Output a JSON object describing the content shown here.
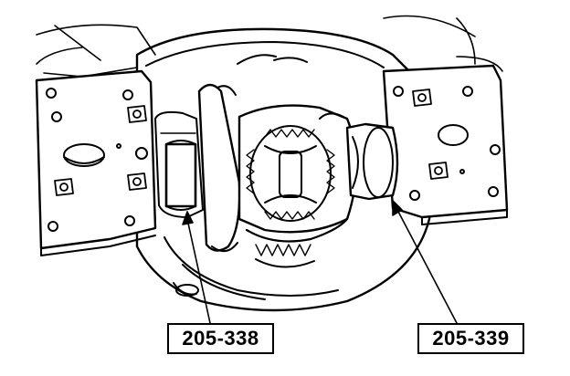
{
  "callouts": {
    "left_tool": "205-338",
    "right_tool": "205-339"
  },
  "colors": {
    "ink": "#000000",
    "paper": "#ffffff"
  },
  "icons": [
    "differential-housing-illustration"
  ]
}
